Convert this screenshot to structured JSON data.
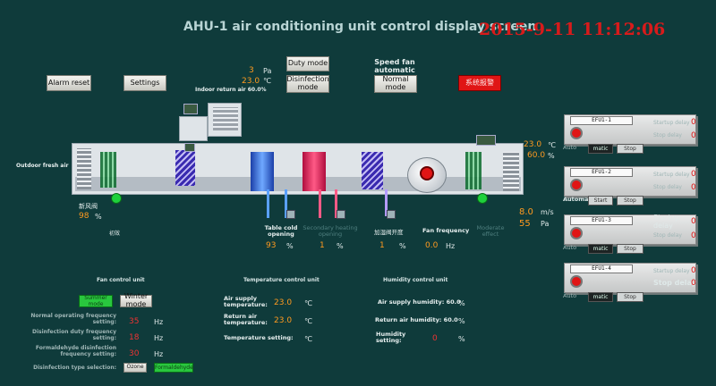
{
  "header": {
    "title": "AHU-1 air conditioning unit control display screen",
    "datetime": "2015-9-11  11:12:06"
  },
  "top_buttons": {
    "alarm_reset": "Alarm reset",
    "settings": "Settings",
    "duty_mode": "Duty mode",
    "disinfection_mode": "Disinfection mode",
    "speed_fan_label": "Speed fan automatic",
    "normal_mode": "Normal mode",
    "alarm_chinese": "系统报警"
  },
  "readouts": {
    "pressure_value": "3",
    "pressure_unit": "Pa",
    "temp_value": "23.0",
    "temp_unit": "℃",
    "indoor_return_air": "Indoor return air 60.0%"
  },
  "diagram": {
    "outdoor_fresh_air": "Outdoor fresh air",
    "fresh_air_damper": "新风阀",
    "damper_value": "98",
    "percent": "%",
    "primary_filter": "初效",
    "table_cold_label": "Table cold opening",
    "table_cold_value": "93",
    "secondary_heating_label": "Secondary heating opening",
    "secondary_heating_value": "1",
    "humidifier_label": "加湿阀开度",
    "humidifier_value": "1",
    "fan_frequency_label": "Fan frequency",
    "fan_frequency_value": "0.0",
    "fan_frequency_unit": "Hz",
    "moderate_effect": "Moderate effect",
    "supply_temp": "23.0",
    "supply_temp_unit": "℃",
    "supply_humidity": "60.0",
    "supply_humidity_unit": "%",
    "airflow_value": "8.0",
    "airflow_unit": "m/s",
    "pressure_out_value": "55",
    "pressure_out_unit": "Pa"
  },
  "fans": [
    {
      "name": "EFU1-1",
      "mode_prefix": "Auto",
      "mode_btn": "matic",
      "stop": "Stop",
      "startup_delay": "Startup delay",
      "startup_val": "0",
      "stop_delay": "Stop delay",
      "stop_val": "0"
    },
    {
      "name": "EFU1-2",
      "mode_prefix": "Automatic",
      "mode_btn": "Start",
      "stop": "Stop",
      "startup_delay": "Startup delay",
      "startup_val": "0",
      "stop_delay": "Stop delay",
      "stop_val": "0"
    },
    {
      "name": "EFU1-3",
      "mode_prefix": "Auto",
      "mode_btn": "matic",
      "stop": "Stop",
      "startup_delay": "Startup delay",
      "startup_val": "0",
      "stop_delay": "Stop delay",
      "stop_val": "0"
    },
    {
      "name": "EFU1-4",
      "mode_prefix": "Auto",
      "mode_btn": "matic",
      "stop": "Stop",
      "startup_delay": "Startup delay",
      "startup_val": "0",
      "stop_delay": "Stop delay",
      "stop_val": "0"
    }
  ],
  "fan_control": {
    "heading": "Fan control unit",
    "summer_mode": "Summer mode",
    "winter_mode": "Winter mode",
    "normal_freq_label": "Normal operating frequency setting:",
    "normal_freq_value": "35",
    "disinfection_freq_label": "Disinfection duty frequency setting:",
    "disinfection_freq_value": "18",
    "formaldehyde_label": "Formaldehyde disinfection frequency setting:",
    "formaldehyde_value": "30",
    "hz": "Hz",
    "type_label": "Disinfection type selection:",
    "type_ozone": "Ozone",
    "type_formaldehyde": "Formaldehyde"
  },
  "temperature_control": {
    "heading": "Temperature control unit",
    "supply_label": "Air supply temperature:",
    "supply_value": "23.0",
    "return_label": "Return air temperature:",
    "return_value": "23.0",
    "setting_label": "Temperature setting:",
    "setting_value": "",
    "unit": "℃"
  },
  "humidity_control": {
    "heading": "Humidity control unit",
    "supply_label": "Air supply humidity: 60.0",
    "return_label": "Return air humidity: 60.0",
    "setting_label": "Humidity setting:",
    "setting_value": "0",
    "unit": "%"
  },
  "colors": {
    "background": "#0f3b3b",
    "alarm_red": "#e01515",
    "value_orange": "#ff9a1f",
    "status_green": "#1fd13c"
  }
}
